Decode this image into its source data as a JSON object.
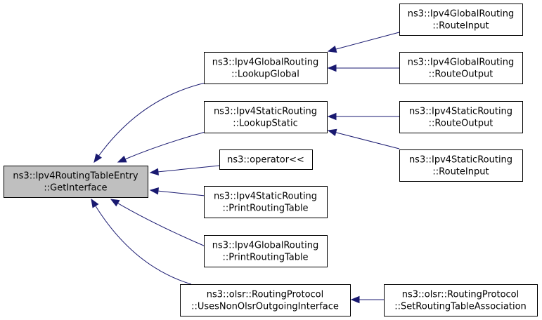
{
  "nodes": [
    {
      "id": "root",
      "lines": [
        "ns3::Ipv4RoutingTableEntry",
        "::GetInterface"
      ],
      "highlight": true
    },
    {
      "id": "lookup_global",
      "lines": [
        "ns3::Ipv4GlobalRouting",
        "::LookupGlobal"
      ]
    },
    {
      "id": "lookup_static",
      "lines": [
        "ns3::Ipv4StaticRouting",
        "::LookupStatic"
      ]
    },
    {
      "id": "operator",
      "lines": [
        "ns3::operator<<"
      ]
    },
    {
      "id": "static_print",
      "lines": [
        "ns3::Ipv4StaticRouting",
        "::PrintRoutingTable"
      ]
    },
    {
      "id": "global_print",
      "lines": [
        "ns3::Ipv4GlobalRouting",
        "::PrintRoutingTable"
      ]
    },
    {
      "id": "olsr_uses",
      "lines": [
        "ns3::olsr::RoutingProtocol",
        "::UsesNonOlsrOutgoingInterface"
      ]
    },
    {
      "id": "global_route_input",
      "lines": [
        "ns3::Ipv4GlobalRouting",
        "::RouteInput"
      ]
    },
    {
      "id": "global_route_output",
      "lines": [
        "ns3::Ipv4GlobalRouting",
        "::RouteOutput"
      ]
    },
    {
      "id": "static_route_output",
      "lines": [
        "ns3::Ipv4StaticRouting",
        "::RouteOutput"
      ]
    },
    {
      "id": "static_route_input",
      "lines": [
        "ns3::Ipv4StaticRouting",
        "::RouteInput"
      ]
    },
    {
      "id": "olsr_set",
      "lines": [
        "ns3::olsr::RoutingProtocol",
        "::SetRoutingTableAssociation"
      ]
    }
  ],
  "edges": [
    {
      "from": "lookup_global",
      "to": "root"
    },
    {
      "from": "lookup_static",
      "to": "root"
    },
    {
      "from": "operator",
      "to": "root"
    },
    {
      "from": "static_print",
      "to": "root"
    },
    {
      "from": "global_print",
      "to": "root"
    },
    {
      "from": "olsr_uses",
      "to": "root"
    },
    {
      "from": "global_route_input",
      "to": "lookup_global"
    },
    {
      "from": "global_route_output",
      "to": "lookup_global"
    },
    {
      "from": "static_route_output",
      "to": "lookup_static"
    },
    {
      "from": "static_route_input",
      "to": "lookup_static"
    },
    {
      "from": "olsr_set",
      "to": "olsr_uses"
    }
  ]
}
